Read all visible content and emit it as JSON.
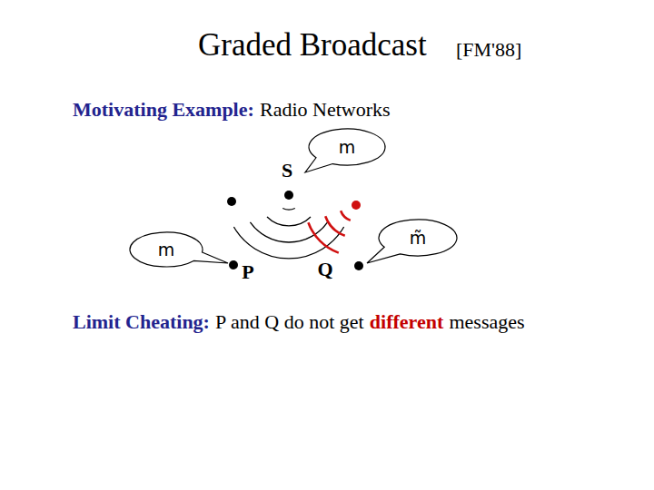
{
  "diagram": {
    "title": "Graded Broadcast",
    "nodes": [
      {
        "text": [
          "m"
        ]
      },
      {
        "text": [
          "S"
        ]
      },
      {
        "text": [
          "m"
        ]
      },
      {
        "text": [
          "P"
        ]
      },
      {
        "text": [
          "Q"
        ]
      },
      {
        "text": [
          "m̃"
        ]
      }
    ],
    "labels": [
      "[FM'88]",
      "Motivating Example:",
      "Radio Networks",
      "Limit Cheating:",
      "P and Q do not get",
      "different",
      "messages"
    ]
  }
}
